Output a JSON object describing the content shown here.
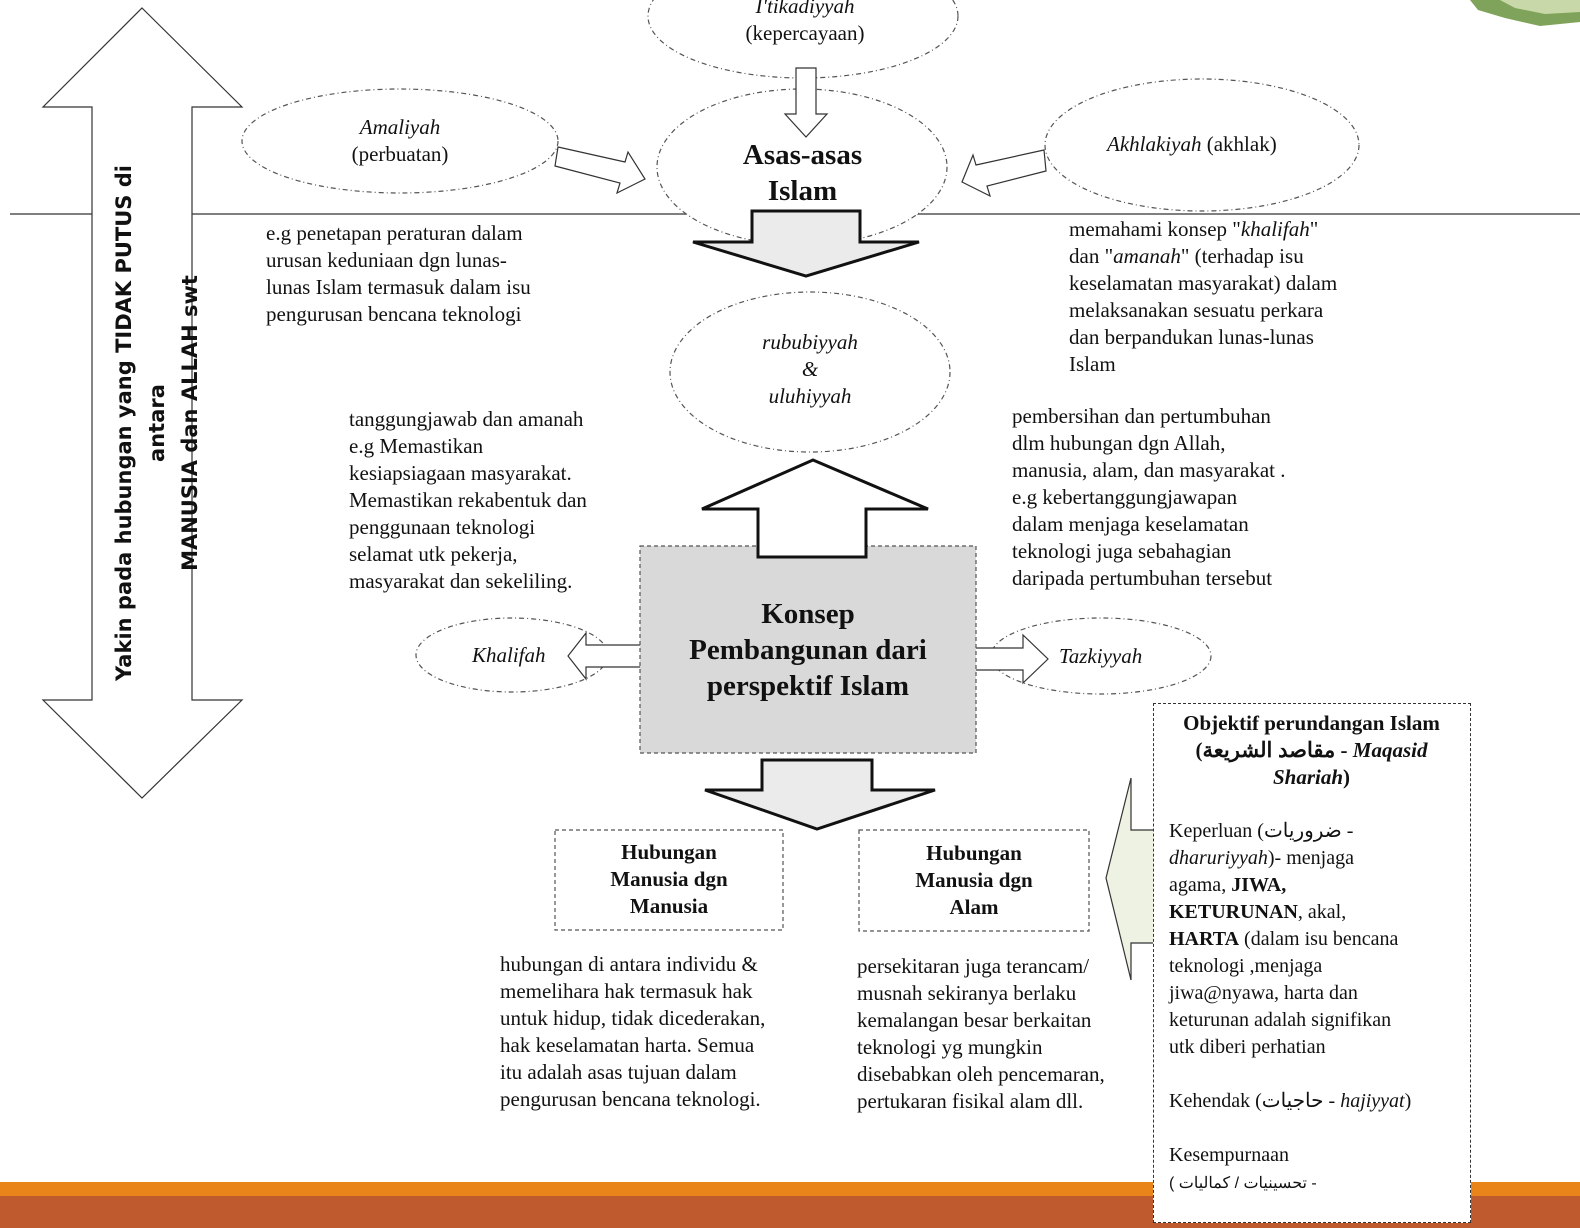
{
  "side_arrow": {
    "line1": "Yakin pada hubungan yang TIDAK PUTUS di antara",
    "line2": "MANUSIA dan ALLAH swt"
  },
  "top": {
    "itikadiyyah": "I'tikadiyyah",
    "itikadiyyah_sub": "(kepercayaan)",
    "amaliyah": "Amaliyah",
    "amaliyah_sub": "(perbuatan)",
    "akhlakiyah": "Akhlakiyah",
    "akhlakiyah_sub": " (akhlak)",
    "asas_line1": "Asas-asas",
    "asas_line2": "Islam"
  },
  "notes": {
    "amaliyah_example": [
      "e.g penetapan peraturan dalam",
      "urusan keduniaan  dgn lunas-",
      "lunas Islam termasuk dalam isu",
      "pengurusan bencana teknologi"
    ],
    "akhlak_parts": [
      "memahami konsep \"",
      "khalifah",
      "\"",
      "dan \"",
      "amanah",
      "\"  (terhadap isu"
    ],
    "akhlak_rest": [
      "keselamatan masyarakat) dalam",
      "melaksanakan sesuatu perkara",
      "dan berpandukan lunas-lunas",
      "Islam"
    ],
    "khalifah_desc": [
      "tanggungjawab dan amanah",
      "e.g Memastikan",
      "kesiapsiagaan masyarakat.",
      "Memastikan rekabentuk dan",
      "penggunaan teknologi",
      "selamat utk pekerja,",
      "masyarakat dan sekeliling."
    ],
    "tazkiyyah_desc": [
      "pembersihan dan pertumbuhan",
      "dlm hubungan dgn Allah,",
      "manusia, alam, dan masyarakat .",
      "e.g kebertanggungjawapan",
      "dalam menjaga keselamatan",
      "teknologi juga sebahagian",
      "daripada pertumbuhan tersebut"
    ]
  },
  "middle": {
    "rububiyyah": "rububiyyah",
    "amp": "&",
    "uluhiyyah": "uluhiyyah",
    "konsep_line1": "Konsep",
    "konsep_line2": "Pembangunan dari",
    "konsep_line3": "perspektif Islam",
    "khalifah": "Khalifah",
    "tazkiyyah": "Tazkiyyah"
  },
  "bottom": {
    "hub_manusia": [
      "Hubungan",
      "Manusia dgn",
      "Manusia"
    ],
    "hub_alam": [
      "Hubungan",
      "Manusia dgn",
      "Alam"
    ],
    "manusia_desc": [
      "hubungan di antara individu &",
      "memelihara hak termasuk hak",
      "untuk hidup, tidak dicederakan,",
      "hak keselamatan harta. Semua",
      "itu adalah asas tujuan dalam",
      "pengurusan bencana teknologi."
    ],
    "alam_desc": [
      "persekitaran juga terancam/",
      "musnah sekiranya berlaku",
      "kemalangan besar berkaitan",
      "teknologi yg mungkin",
      "disebabkan oleh pencemaran,",
      "pertukaran fisikal alam dll."
    ]
  },
  "objektif": {
    "title_line1": "Objektif perundangan Islam",
    "title_open": "(",
    "title_arabic": "مقاصد الشريعة",
    "title_dash": " - ",
    "title_maqasid": "Maqasid",
    "title_shariah": "Shariah",
    "title_close": ")",
    "keperluan": "Keperluan (",
    "keperluan_arabic": "ضروريات",
    "keperluan_dash": " -",
    "dharuriyyah": "dharuriyyah",
    "menjaga": ")-  menjaga",
    "agama": "agama, ",
    "jiwa": "JIWA,",
    "keturunan": "KETURUNAN",
    "akal": ", akal,",
    "harta": "HARTA",
    "harta_rest": " (dalam isu bencana",
    "detail_lines": [
      "teknologi ,menjaga",
      "jiwa@nyawa, harta dan",
      "keturunan adalah signifikan",
      "utk diberi perhatian"
    ],
    "kehendak": "Kehendak (",
    "kehendak_arabic": "حاجيات",
    "kehendak_dash": " - ",
    "hajiyyat": "hajiyyat",
    "kehendak_close": ")",
    "kesempurnaan": "Kesempurnaan",
    "kesempurnaan_arabic": "- تحسينيات / كماليات )"
  },
  "colors": {
    "footer_orange": "#e8841a",
    "footer_rust": "#bf5a2e",
    "konsep_fill": "#d9d9d9",
    "pointer_fill": "#eef2e2"
  }
}
